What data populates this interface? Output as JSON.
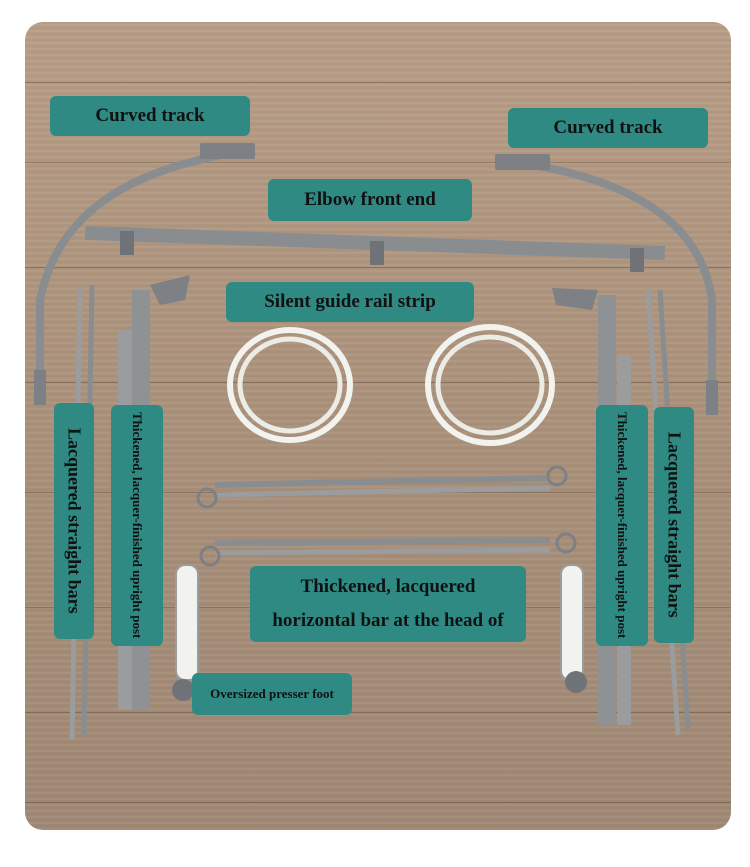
{
  "labels": {
    "curved_track_left": "Curved track",
    "curved_track_right": "Curved track",
    "elbow_front_end": "Elbow front end",
    "silent_guide_rail": "Silent guide rail strip",
    "lacquered_bars_left": "Lacquered straight bars",
    "lacquered_bars_right": "Lacquered straight bars",
    "upright_post_left": "Thickened, lacquer-finished upright post",
    "upright_post_right": "Thickened, lacquer-finished upright post",
    "horizontal_bar_line1": "Thickened, lacquered",
    "horizontal_bar_line2": "horizontal bar at the head of",
    "presser_foot": "Oversized presser foot"
  },
  "colors": {
    "label_bg": "#2f8a84",
    "label_text": "#111111",
    "wood": "#a88f79",
    "metal": "#8a8d90",
    "rail": "#f2f2ee"
  }
}
